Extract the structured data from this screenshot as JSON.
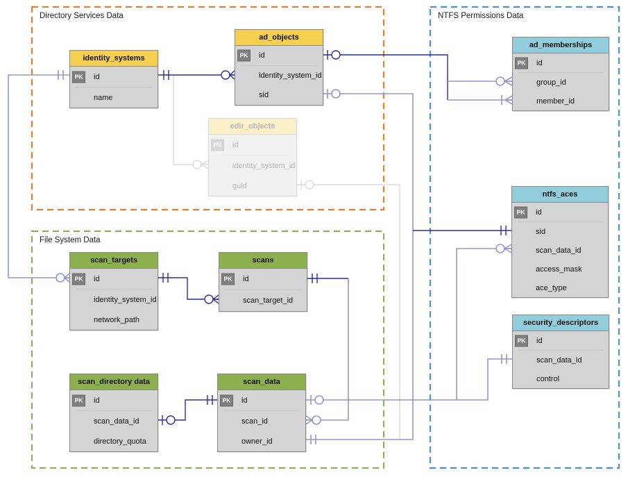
{
  "diagram": {
    "pk_label": "PK",
    "colors": {
      "directory_header": "#F6CE50",
      "filesystem_header": "#8DB04E",
      "ntfs_header": "#92CDDC",
      "table_body": "#D4D4D4",
      "table_border": "#898989",
      "pk_badge_bg": "#7F7F7F",
      "group_orange": "#E87D2B",
      "group_green": "#8FAE53",
      "group_blue": "#4A90D9",
      "connector_dark": "#2B2B9E",
      "connector_light": "#9595CE",
      "connector_inactive": "#DCDCDC"
    }
  },
  "groups": [
    {
      "label": "Directory Services Data"
    },
    {
      "label": "NTFS Permissions Data"
    },
    {
      "label": "File System Data"
    }
  ],
  "tables": [
    {
      "name": "identity_systems",
      "group": "Directory Services Data",
      "fields": [
        {
          "name": "id",
          "pk": true
        },
        {
          "name": "name"
        }
      ]
    },
    {
      "name": "ad_objects",
      "group": "Directory Services Data",
      "fields": [
        {
          "name": "id",
          "pk": true
        },
        {
          "name": "identity_system_id"
        },
        {
          "name": "sid"
        }
      ]
    },
    {
      "name": "edir_objects",
      "group": "Directory Services Data",
      "state": "inactive",
      "fields": [
        {
          "name": "id",
          "pk": true
        },
        {
          "name": "identity_system_id"
        },
        {
          "name": "guid"
        }
      ]
    },
    {
      "name": "ad_memberships",
      "group": "NTFS Permissions Data",
      "fields": [
        {
          "name": "id",
          "pk": true
        },
        {
          "name": "group_id"
        },
        {
          "name": "member_id"
        }
      ]
    },
    {
      "name": "ntfs_aces",
      "group": "NTFS Permissions Data",
      "fields": [
        {
          "name": "id",
          "pk": true
        },
        {
          "name": "sid"
        },
        {
          "name": "scan_data_id"
        },
        {
          "name": "access_mask"
        },
        {
          "name": "ace_type"
        }
      ]
    },
    {
      "name": "security_descriptors",
      "group": "NTFS Permissions Data",
      "fields": [
        {
          "name": "id",
          "pk": true
        },
        {
          "name": "scan_data_id"
        },
        {
          "name": "control"
        }
      ]
    },
    {
      "name": "scan_targets",
      "group": "File System Data",
      "fields": [
        {
          "name": "id",
          "pk": true
        },
        {
          "name": "identity_system_id"
        },
        {
          "name": "network_path"
        }
      ]
    },
    {
      "name": "scans",
      "group": "File System Data",
      "fields": [
        {
          "name": "id",
          "pk": true
        },
        {
          "name": "scan_target_id"
        }
      ]
    },
    {
      "name": "scan_directory data",
      "group": "File System Data",
      "fields": [
        {
          "name": "id",
          "pk": true
        },
        {
          "name": "scan_data_id"
        },
        {
          "name": "directory_quota"
        }
      ]
    },
    {
      "name": "scan_data",
      "group": "File System Data",
      "fields": [
        {
          "name": "id",
          "pk": true
        },
        {
          "name": "scan_id"
        },
        {
          "name": "owner_id"
        }
      ]
    }
  ],
  "relationships": [
    {
      "from": "identity_systems.id",
      "to": "ad_objects.identity_system_id",
      "from_card": "one-and-only-one",
      "to_card": "zero-or-many"
    },
    {
      "from": "identity_systems.id",
      "to": "edir_objects.identity_system_id",
      "from_card": "one",
      "to_card": "zero-or-many",
      "state": "inactive"
    },
    {
      "from": "identity_systems.id",
      "to": "scan_targets.id",
      "from_card": "one-and-only-one",
      "to_card": "zero-or-many"
    },
    {
      "from": "ad_objects.id",
      "to": "ad_memberships.group_id",
      "from_card": "zero-or-one",
      "to_card": "zero-or-many"
    },
    {
      "from": "ad_objects.id",
      "to": "ad_memberships.member_id",
      "from_card": "zero-or-one",
      "to_card": "one-or-many"
    },
    {
      "from": "ad_objects.sid",
      "to": "ntfs_aces.sid",
      "from_card": "zero-or-one",
      "to_card": "one-and-only-one"
    },
    {
      "from": "ad_objects.sid",
      "to": "scan_data.owner_id",
      "from_card": "zero-or-one",
      "to_card": "one-and-only-one"
    },
    {
      "from": "edir_objects.guid",
      "to": "scan_data.owner_id",
      "from_card": "zero-or-one",
      "to_card": "one",
      "state": "inactive"
    },
    {
      "from": "scan_targets.id",
      "to": "scans.scan_target_id",
      "from_card": "one-and-only-one",
      "to_card": "zero-or-many"
    },
    {
      "from": "scans.id",
      "to": "scan_data.scan_id",
      "from_card": "one-and-only-one",
      "to_card": "zero-or-many"
    },
    {
      "from": "scan_directory data.scan_data_id",
      "to": "scan_data.id",
      "from_card": "zero-or-one",
      "to_card": "one-and-only-one"
    },
    {
      "from": "scan_data.id",
      "to": "ntfs_aces.scan_data_id",
      "from_card": "zero-or-one",
      "to_card": "zero-or-many"
    },
    {
      "from": "scan_data.id",
      "to": "security_descriptors.scan_data_id",
      "from_card": "zero-or-one",
      "to_card": "one-and-only-one"
    }
  ]
}
